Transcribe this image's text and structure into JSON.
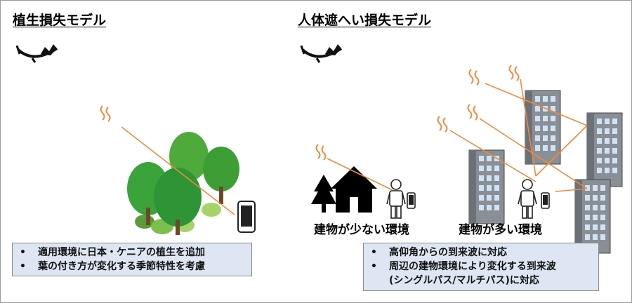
{
  "left_panel": {
    "title": "植生損失モデル",
    "notes": [
      "適用環境に日本・ケニアの植生を追加",
      "葉の付き方が変化する季節特性を考慮"
    ]
  },
  "right_panel": {
    "title": "人体遮へい損失モデル",
    "caption_few_buildings": "建物が少ない環境",
    "caption_many_buildings": "建物が多い環境",
    "notes": [
      "高仰角からの到来波に対応",
      "周辺の建物環境により変化する到来波",
      "(シングルパス/マルチパス)に対応"
    ]
  },
  "colors": {
    "ray": "#f08a3c",
    "notes_bg": "#dde6f2",
    "tree": "#3aa33a",
    "building": "#8a8f96"
  }
}
